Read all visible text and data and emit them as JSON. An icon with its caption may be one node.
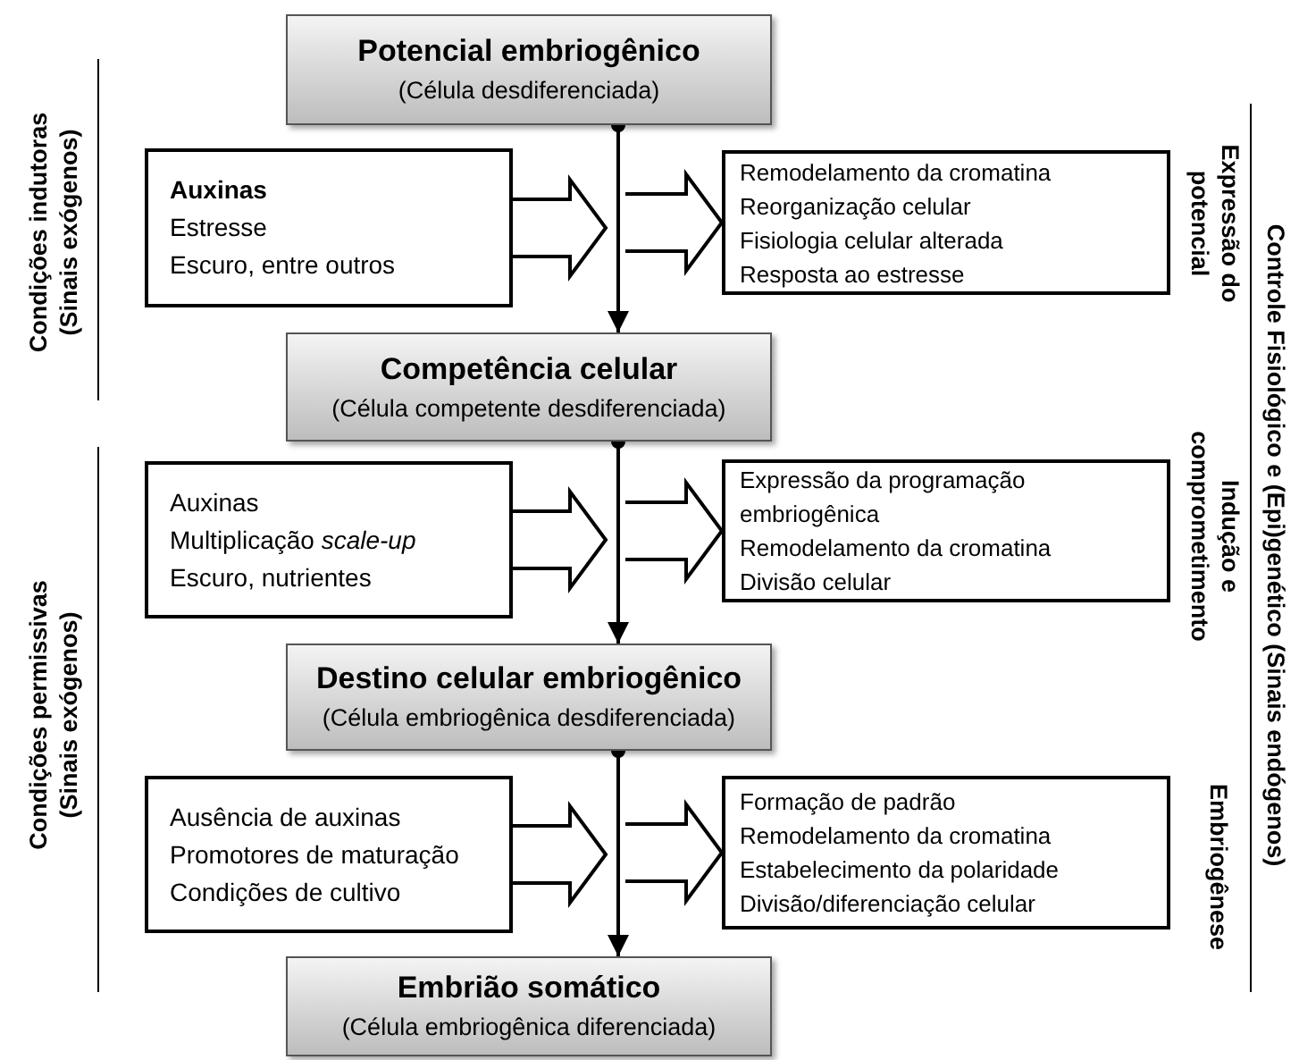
{
  "diagram": {
    "nodes": [
      {
        "text": [
          "Potencial embriogênico",
          "(Célula desdiferenciada)"
        ]
      },
      {
        "text": [
          "**Auxinas**",
          "Estresse",
          "Escuro, entre outros"
        ]
      },
      {
        "text": [
          "Remodelamento da cromatina",
          "Reorganização celular",
          "Fisiologia celular alterada",
          "Resposta ao estresse"
        ]
      },
      {
        "text": [
          "Competência celular",
          "(Célula competente desdiferenciada)"
        ]
      },
      {
        "text": [
          "Auxinas",
          "Multiplicação *scale-up*",
          "Escuro, nutrientes"
        ]
      },
      {
        "text": [
          "Expressão da programação embriogênica",
          "Remodelamento da cromatina",
          "Divisão celular"
        ]
      },
      {
        "text": [
          "Destino celular embriogênico",
          "(Célula embriogênica desdiferenciada)"
        ]
      },
      {
        "text": [
          "Ausência de auxinas",
          "Promotores de maturação",
          "Condições de cultivo"
        ]
      },
      {
        "text": [
          "Formação de padrão",
          "Remodelamento da cromatina",
          "Estabelecimento da polaridade",
          "Divisão/diferenciação celular"
        ]
      },
      {
        "text": [
          "Embrião somático",
          "(Célula embriogênica diferenciada)"
        ]
      }
    ],
    "edges": [
      {
        "from": 0,
        "to": 3,
        "arrow": "to"
      },
      {
        "from": 1,
        "to": null,
        "arrow": "to",
        "style": "thick"
      },
      {
        "from": null,
        "to": 2,
        "arrow": "to",
        "style": "thick"
      },
      {
        "from": 3,
        "to": 6,
        "arrow": "to"
      },
      {
        "from": 4,
        "to": null,
        "arrow": "to",
        "style": "thick"
      },
      {
        "from": null,
        "to": 5,
        "arrow": "to",
        "style": "thick"
      },
      {
        "from": 6,
        "to": 9,
        "arrow": "to"
      },
      {
        "from": 7,
        "to": null,
        "arrow": "to",
        "style": "thick"
      },
      {
        "from": null,
        "to": 8,
        "arrow": "to",
        "style": "thick"
      }
    ],
    "labels": [
      "Condições indutoras (Sinais exógenos)",
      "Expressão do potencial",
      "Controle Fisiológico e (Epi)genético (Sinais endógenos)",
      "Indução e comprometimento",
      "Condições permissivas (Sinais exógenos)",
      "Embriogênese"
    ]
  }
}
